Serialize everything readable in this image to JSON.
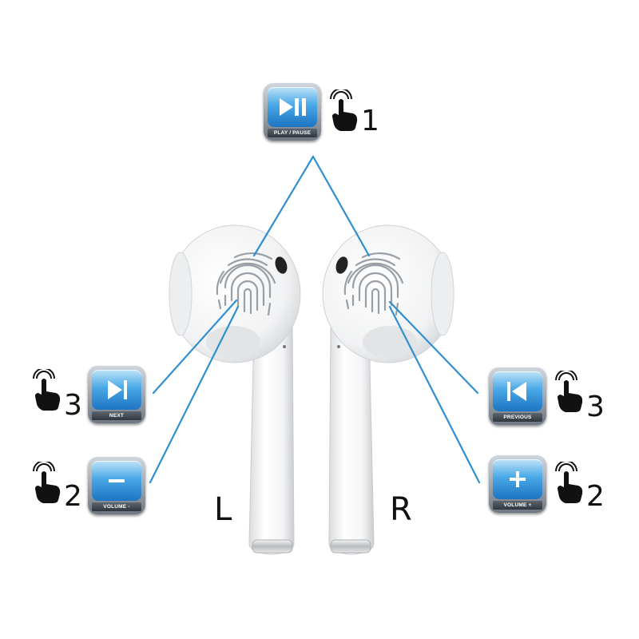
{
  "sides": {
    "left": "L",
    "right": "R"
  },
  "controls": {
    "play_pause": {
      "label": "PLAY / PAUSE",
      "taps": "1",
      "icon": "play-pause-icon"
    },
    "next": {
      "label": "NEXT",
      "taps": "3",
      "icon": "next-icon"
    },
    "volume_down": {
      "label": "VOLUME -",
      "taps": "2",
      "icon": "minus-icon"
    },
    "previous": {
      "label": "PREVIOUS",
      "taps": "3",
      "icon": "previous-icon"
    },
    "volume_up": {
      "label": "VOLUME +",
      "taps": "2",
      "icon": "plus-icon"
    }
  },
  "colors": {
    "connector": "#2f8fd0",
    "button_face": "#3a94dc",
    "hand": "#111111"
  }
}
